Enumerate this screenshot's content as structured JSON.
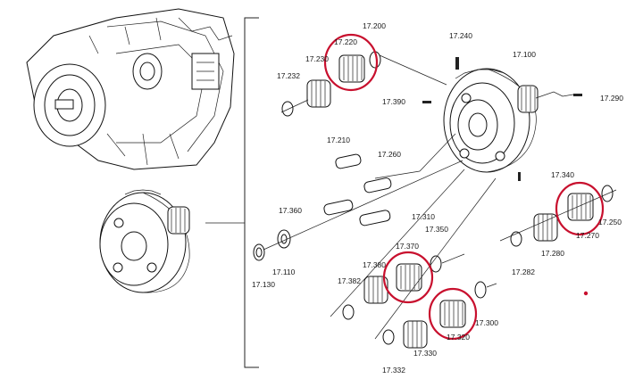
{
  "diagram": {
    "highlight_color": "#c8102e",
    "labels": [
      {
        "id": "17-200",
        "text": "17.200"
      },
      {
        "id": "17-220",
        "text": "17.220"
      },
      {
        "id": "17-230",
        "text": "17.230"
      },
      {
        "id": "17-232",
        "text": "17.232"
      },
      {
        "id": "17-240",
        "text": "17.240"
      },
      {
        "id": "17-100",
        "text": "17.100"
      },
      {
        "id": "17-290",
        "text": "17.290"
      },
      {
        "id": "17-390",
        "text": "17.390"
      },
      {
        "id": "17-210",
        "text": "17.210"
      },
      {
        "id": "17-260",
        "text": "17.260"
      },
      {
        "id": "17-340",
        "text": "17.340"
      },
      {
        "id": "17-360",
        "text": "17.360"
      },
      {
        "id": "17-310",
        "text": "17.310"
      },
      {
        "id": "17-250",
        "text": "17.250"
      },
      {
        "id": "17-270",
        "text": "17.270"
      },
      {
        "id": "17-350",
        "text": "17.350"
      },
      {
        "id": "17-370",
        "text": "17.370"
      },
      {
        "id": "17-380",
        "text": "17.380"
      },
      {
        "id": "17-280",
        "text": "17.280"
      },
      {
        "id": "17-282",
        "text": "17.282"
      },
      {
        "id": "17-110",
        "text": "17.110"
      },
      {
        "id": "17-130",
        "text": "17.130"
      },
      {
        "id": "17-382",
        "text": "17.382"
      },
      {
        "id": "17-300",
        "text": "17.300"
      },
      {
        "id": "17-320",
        "text": "17.320"
      },
      {
        "id": "17-330",
        "text": "17.330"
      },
      {
        "id": "17-332",
        "text": "17.332"
      }
    ]
  }
}
